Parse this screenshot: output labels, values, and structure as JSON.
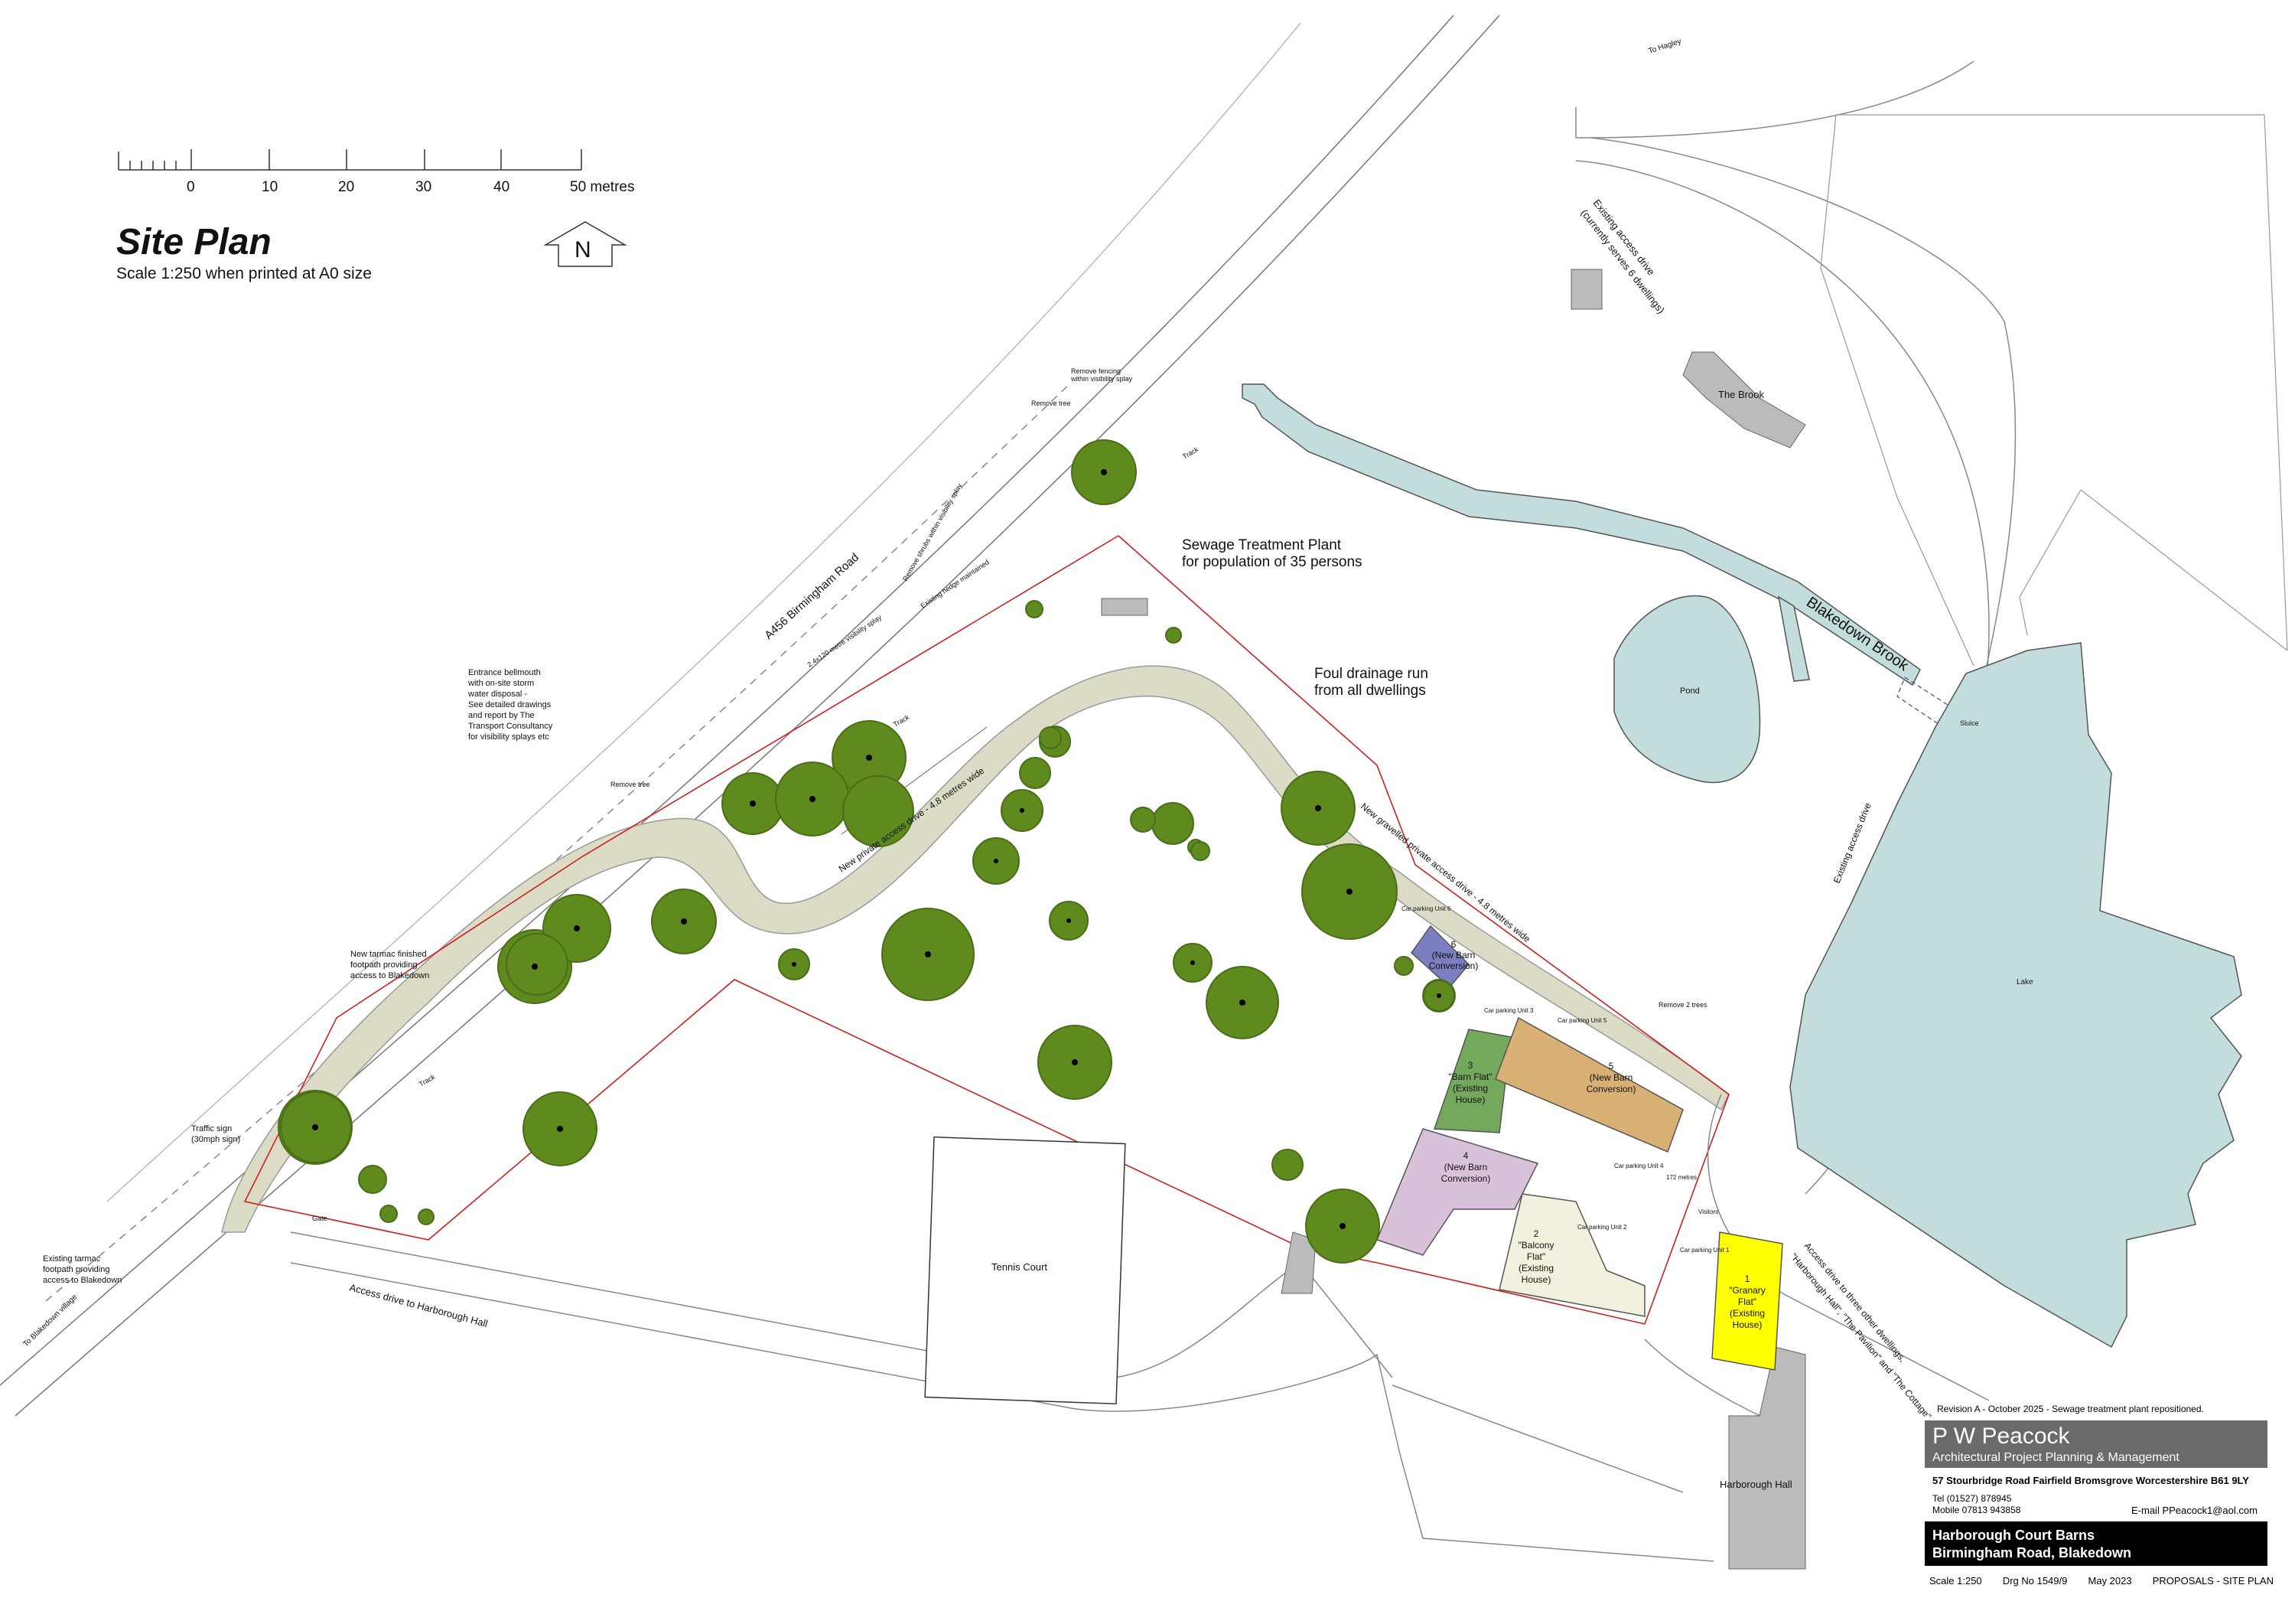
{
  "scale_bar": {
    "ticks": [
      "0",
      "10",
      "20",
      "30",
      "40"
    ],
    "end_label": "50 metres"
  },
  "title": {
    "main": "Site Plan",
    "scale": "Scale 1:250 when printed at A0 size"
  },
  "north_label": "N",
  "road": {
    "name": "A456 Birmingham Road",
    "to_hagley": "To Hagley",
    "to_blakedown": "To Blakedown village"
  },
  "labels": {
    "existing_access_drive": "Existing access drive",
    "existing_access_drive_2": "(currently serves 6 dwellings)",
    "the_brook": "The Brook",
    "remove_fencing": "Remove fencing",
    "remove_fencing_2": "within visibility splay",
    "remove_tree": "Remove tree",
    "remove_tree_2": "Remove tree",
    "track": "Track",
    "track_2": "Track",
    "track_3": "Track",
    "visibility_splay": "2.4x120 metre visibility splay",
    "remove_shrubs": "Remove shrubs within visibility splay",
    "existing_hedge": "Existing hedge maintained",
    "sewage_1": "Sewage Treatment Plant",
    "sewage_2": "for population of 35 persons",
    "foul_1": "Foul drainage run",
    "foul_2": "from all dwellings",
    "entrance_1": "Entrance bellmouth",
    "entrance_2": "with on-site storm",
    "entrance_3": "water disposal -",
    "entrance_4": "See detailed drawings",
    "entrance_5": "and report by The",
    "entrance_6": "Transport Consultancy",
    "entrance_7": "for visibility splays etc",
    "new_private_drive": "New private access drive - 4.8 metres wide",
    "new_gravelled_drive": "New gravelled private access drive - 4.8 metres wide",
    "new_footpath_1": "New tarmac finished",
    "new_footpath_2": "footpath providing",
    "new_footpath_3": "access to Blakedown",
    "traffic_sign_1": "Traffic sign",
    "traffic_sign_2": "(30mph sign)",
    "gate": "Gate",
    "existing_footpath_1": "Existing tarmac",
    "existing_footpath_2": "footpath providing",
    "existing_footpath_3": "access to Blakedown",
    "access_harborough": "Access drive to Harborough Hall",
    "tennis_court": "Tennis Court",
    "pond": "Pond",
    "blakedown_brook": "Blakedown Brook",
    "sluice": "Sluice",
    "existing_access_drive_east": "Existing access drive",
    "lake": "Lake",
    "remove_2_trees": "Remove 2 trees",
    "car_parking_unit_6": "Car parking Unit 6",
    "car_parking_unit_3": "Car parking Unit 3",
    "car_parking_unit_5": "Car parking Unit 5",
    "car_parking_unit_4": "Car parking Unit 4",
    "car_parking_unit_2": "Car parking Unit 2",
    "car_parking_unit_1": "Car parking Unit 1",
    "visitors": "Visitors",
    "distance_172": "172 metres",
    "access_three_1": "Access drive to three other dwellings,",
    "access_three_2": "\"Harborough Hall\", \"The Pavilion\" and \"The Cottage\"",
    "harborough_hall": "Harborough Hall"
  },
  "units": [
    {
      "id": "1",
      "l1": "1",
      "l2": "\"Granary",
      "l3": "Flat\"",
      "l4": "(Existing",
      "l5": "House)",
      "color": "#ffff00"
    },
    {
      "id": "2",
      "l1": "2",
      "l2": "\"Balcony",
      "l3": "Flat\"",
      "l4": "(Existing",
      "l5": "House)",
      "color": "#f2f1de"
    },
    {
      "id": "3",
      "l1": "3",
      "l2": "\"Barn Flat\"",
      "l3": "(Existing",
      "l4": "House)",
      "color": "#74a85c"
    },
    {
      "id": "4",
      "l1": "4",
      "l2": "(New Barn",
      "l3": "Conversion)",
      "color": "#d9c1d9"
    },
    {
      "id": "5",
      "l1": "5",
      "l2": "(New Barn",
      "l3": "Conversion)",
      "color": "#d9b074"
    },
    {
      "id": "6",
      "l1": "6",
      "l2": "(New Barn",
      "l3": "Conversion)",
      "color": "#7b7fc0"
    }
  ],
  "colors": {
    "tree": "#5e8a1e",
    "water": "#c3dcdc",
    "drive": "#dcdcc6",
    "boundary": "#cc2020"
  },
  "title_block": {
    "revision": "Revision A - October 2025 - Sewage treatment plant repositioned.",
    "firm": "P W Peacock",
    "firm_sub": "Architectural Project Planning & Management",
    "address": "57 Stourbridge Road Fairfield Bromsgrove Worcestershire B61 9LY",
    "tel": "Tel (01527) 878945",
    "mobile": "Mobile 07813 943858",
    "email": "E-mail PPeacock1@aol.com",
    "project_1": "Harborough Court Barns",
    "project_2": "Birmingham Road, Blakedown",
    "scale": "Scale 1:250",
    "drg": "Drg No 1549/9",
    "date": "May 2023",
    "desc": "PROPOSALS - SITE PLAN"
  }
}
